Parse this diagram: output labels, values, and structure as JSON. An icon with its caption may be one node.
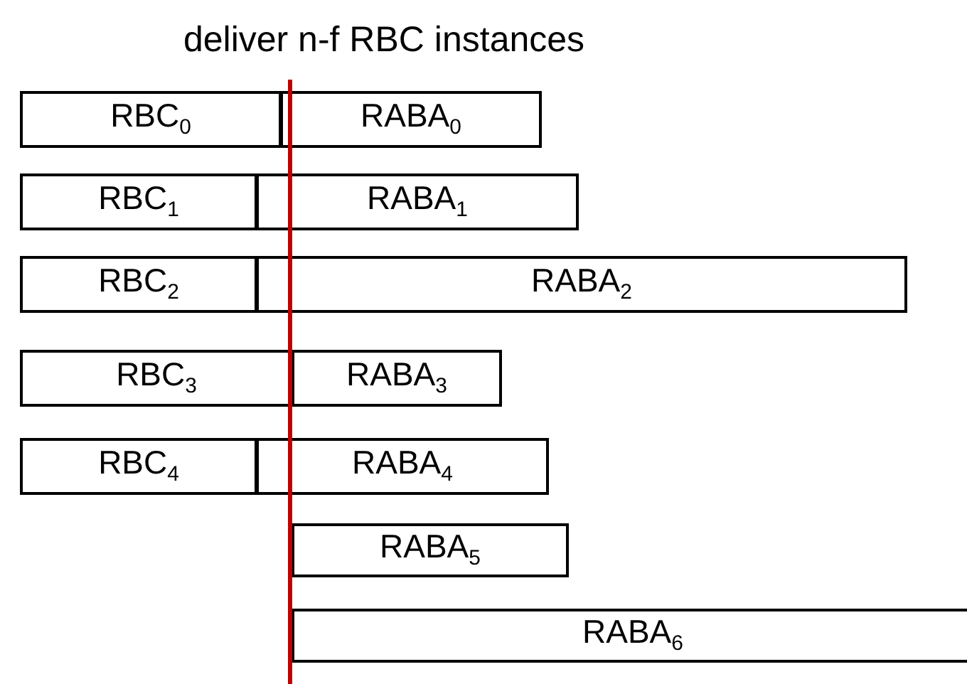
{
  "diagram": {
    "title": "deliver n-f RBC instances",
    "nodes": [
      {
        "text": [
          "RBC$_{0}$"
        ]
      },
      {
        "text": [
          "RABA$_{0}$"
        ]
      },
      {
        "text": [
          "RBC$_{1}$"
        ]
      },
      {
        "text": [
          "RABA$_{1}$"
        ]
      },
      {
        "text": [
          "RBC$_{2}$"
        ]
      },
      {
        "text": [
          "RABA$_{2}$"
        ]
      },
      {
        "text": [
          "RBC$_{3}$"
        ]
      },
      {
        "text": [
          "RABA$_{3}$"
        ]
      },
      {
        "text": [
          "RBC$_{4}$"
        ]
      },
      {
        "text": [
          "RABA$_{4}$"
        ]
      },
      {
        "text": [
          "RABA$_{5}$"
        ]
      },
      {
        "text": [
          "RABA$_{6}$"
        ]
      }
    ]
  }
}
